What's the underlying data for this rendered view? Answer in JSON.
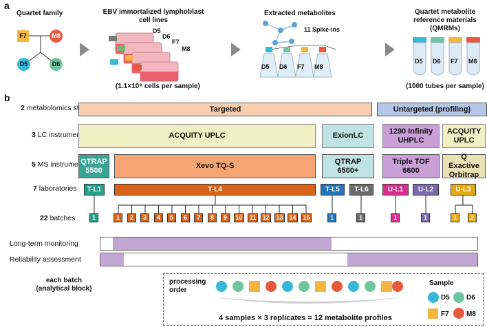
{
  "panel_a": {
    "letter": "a",
    "family": {
      "title": "Quartet family",
      "members": [
        "F7",
        "M8",
        "D5",
        "D6"
      ]
    },
    "cells": {
      "title": "EBV immortalized lymphoblast cell lines",
      "flask_labels": [
        "D5",
        "D6",
        "F7",
        "M8"
      ],
      "caption": "(1.1×10⁹ cells per sample)"
    },
    "extracted": {
      "title": "Extracted metabolites",
      "spike": "11 Spike-ins",
      "flasks": [
        "D5",
        "D6",
        "F7",
        "M8"
      ]
    },
    "qmrm": {
      "title": "Quartet metabolite reference materials (QMRMs)",
      "tubes": [
        "D5",
        "D6",
        "F7",
        "M8"
      ],
      "caption": "(1000 tubes per sample)"
    }
  },
  "panel_b": {
    "letter": "b",
    "rows": [
      {
        "num": "2",
        "text": "metabolomics strategies"
      },
      {
        "num": "3",
        "text": "LC instruments"
      },
      {
        "num": "5",
        "text": "MS instruments"
      },
      {
        "num": "7",
        "text": "laboratories"
      },
      {
        "num": "22",
        "text": "batches"
      }
    ],
    "strategies": [
      "Targeted",
      "Untargeted (profiling)"
    ],
    "lc": [
      "ACQUITY UPLC",
      "ExionLC",
      "1290 Infinity UHPLC",
      "ACQUITY UPLC"
    ],
    "ms": [
      "QTRAP 5500",
      "Xevo TQ-S",
      "QTRAP 6500+",
      "Triple TOF 6600",
      "Q Exactive Orbitrap"
    ],
    "labs": [
      "T-L1",
      "T-L4",
      "T-L5",
      "T-L6",
      "U-L1",
      "U-L2",
      "U-L3"
    ],
    "batches_tl1": [
      "1"
    ],
    "batches_tl4": [
      "1",
      "2",
      "3",
      "4",
      "5",
      "6",
      "7",
      "8",
      "9",
      "10",
      "11",
      "12",
      "13",
      "14",
      "15"
    ],
    "batches_tl5": [
      "1"
    ],
    "batches_tl6": [
      "1"
    ],
    "batches_ul1": [
      "1"
    ],
    "batches_ul2": [
      "1"
    ],
    "batches_ul3": [
      "1",
      "2"
    ],
    "monitoring": [
      "Long-term monitoring",
      "Reliability assessment"
    ],
    "each_batch": "each batch (analytical block)",
    "processing_order": "processing order",
    "formula": "4 samples × 3 replicates = 12 metabolite profiles",
    "legend_title": "Sample",
    "legend": [
      "D5",
      "D6",
      "F7",
      "M8"
    ]
  },
  "colors": {
    "D5": "#37b8d8",
    "D6": "#6ec6a0",
    "F7": "#f5b53f",
    "M8": "#e8593c",
    "targeted": "#f8cfae",
    "untargeted": "#b3c6e7",
    "lc_yellow": "#f1efc4",
    "lc_teal": "#bfe3e2",
    "ms_teal": "#3aa597",
    "ms_orange": "#f5a571",
    "ms_purple": "#c99fd8",
    "ms_khaki": "#e8e2b5",
    "tl1": "#23a086",
    "tl4": "#d8641c",
    "tl5": "#2473b8",
    "tl6": "#6b6b6b",
    "ul1": "#d72f8c",
    "ul2": "#7a69b0",
    "ul3": "#e4a812",
    "bar_purple": "#c3a6d4"
  }
}
